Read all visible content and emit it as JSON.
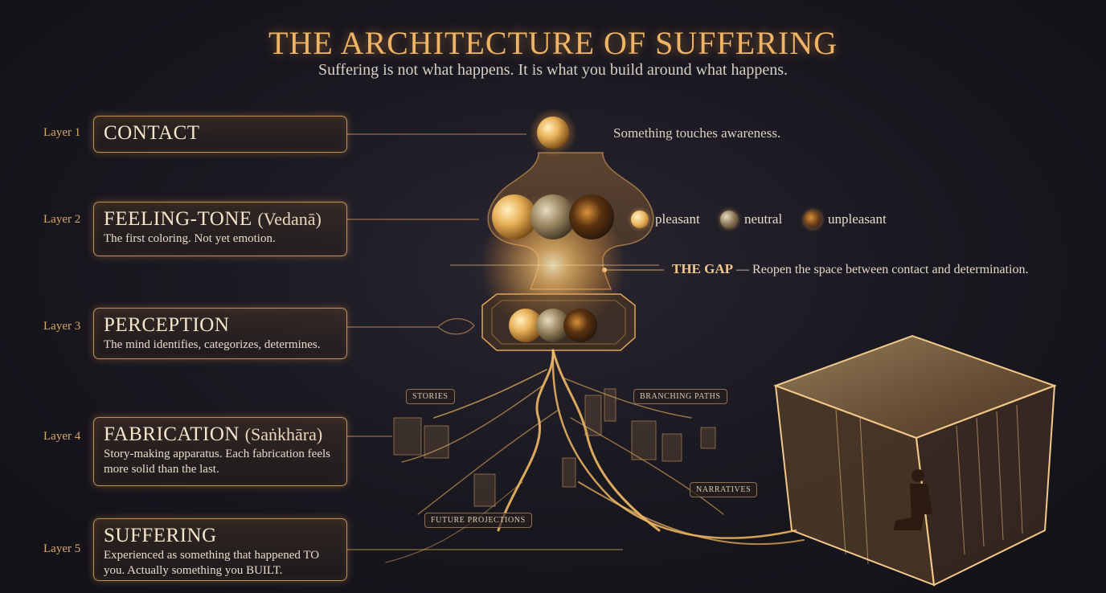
{
  "title": "THE ARCHITECTURE OF SUFFERING",
  "subtitle": "Suffering is not what happens. It is what you build around what happens.",
  "layers": [
    {
      "label": "Layer 1",
      "title": "CONTACT",
      "title_sub": "",
      "desc": ""
    },
    {
      "label": "Layer 2",
      "title": "FEELING-TONE",
      "title_sub": "(Vedanā)",
      "desc": "The first coloring. Not yet emotion."
    },
    {
      "label": "Layer 3",
      "title": "PERCEPTION",
      "title_sub": "",
      "desc": "The mind identifies, categorizes, determines."
    },
    {
      "label": "Layer 4",
      "title": "FABRICATION",
      "title_sub": "(Saṅkhāra)",
      "desc": "Story-making apparatus. Each fabrication feels more solid than the last."
    },
    {
      "label": "Layer 5",
      "title": "SUFFERING",
      "title_sub": "",
      "desc": "Experienced as something that happened TO you. Actually something you BUILT."
    }
  ],
  "contact_note": "Something touches awareness.",
  "legend": [
    {
      "name": "pleasant",
      "color": "#e9b25a"
    },
    {
      "name": "neutral",
      "color": "#8a7656"
    },
    {
      "name": "unpleasant",
      "color": "#6b3e1a"
    }
  ],
  "gap": {
    "label": "THE GAP",
    "text": "— Reopen the space between contact and determination."
  },
  "tags": {
    "stories": "STORIES",
    "branching": "BRANCHING PATHS",
    "narratives": "NARRATIVES",
    "future": "FUTURE PROJECTIONS"
  },
  "colors": {
    "accent": "#f0b466",
    "border": "#dea662",
    "background": "#16151b"
  }
}
